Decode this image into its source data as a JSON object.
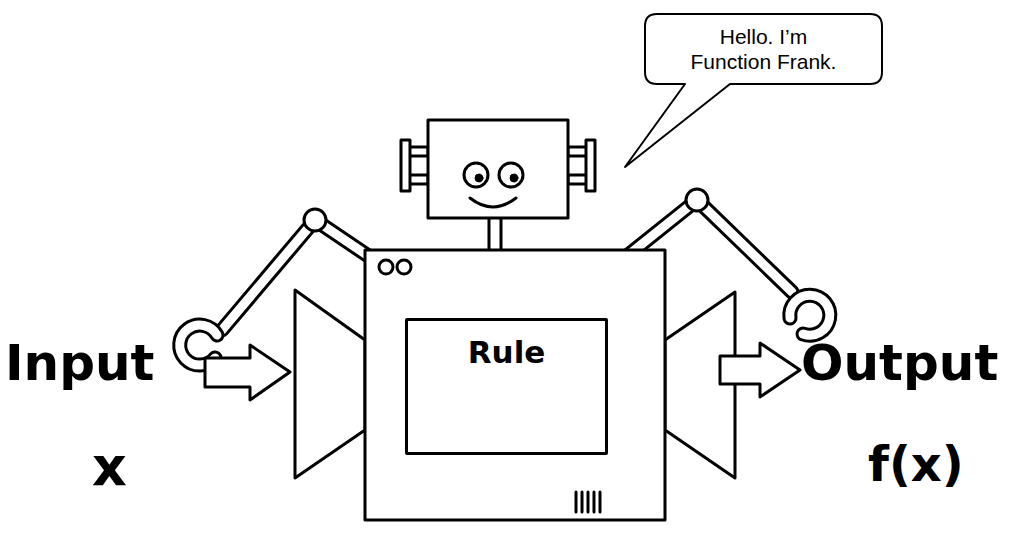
{
  "diagram": {
    "nodes": [
      {
        "text": [
          "Hello. I’m Function Frank."
        ]
      },
      {
        "text": [
          "Rule"
        ]
      }
    ],
    "labels": [
      "Input",
      "x",
      "Output",
      "f(x)"
    ]
  }
}
